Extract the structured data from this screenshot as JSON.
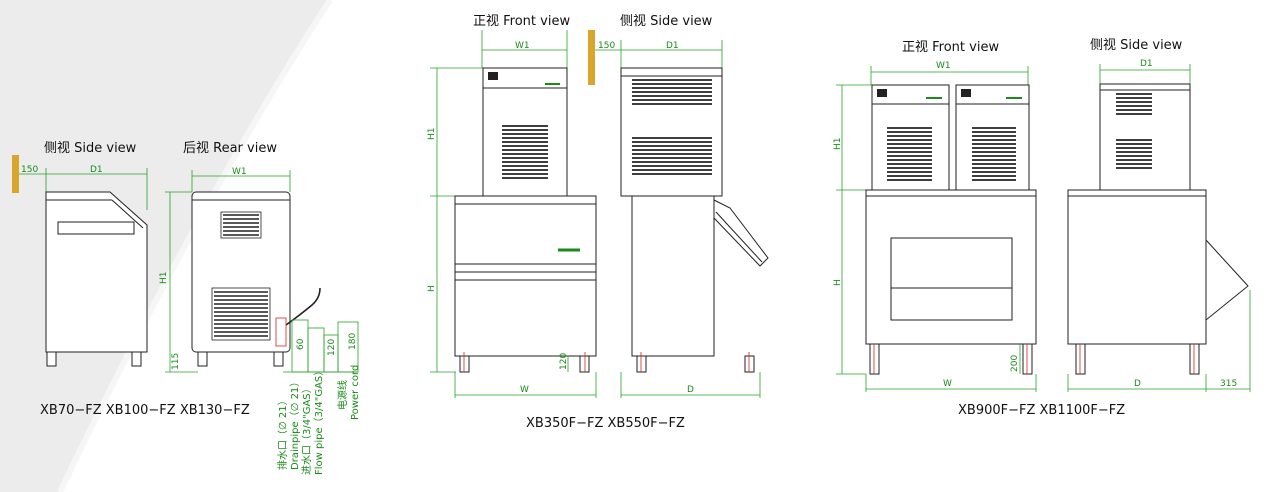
{
  "labels": {
    "side_view_1": "侧视  Side view",
    "rear_view": "后视  Rear view",
    "front_view_2": "正视  Front view",
    "side_view_2": "侧视  Side view",
    "front_view_3": "正视  Front view",
    "side_view_3": "侧视  Side view"
  },
  "models": {
    "group1": "XB70−FZ  XB100−FZ  XB130−FZ",
    "group2": "XB350F−FZ  XB550F−FZ",
    "group3": "XB900F−FZ    XB1100F−FZ"
  },
  "dims": {
    "g1_wall": "150",
    "g1_d": "D1",
    "g1_w": "W1",
    "g1_h": "H1",
    "g1_foot": "115",
    "g1_60": "60",
    "g1_120": "120",
    "g1_180": "180",
    "g2_w1": "W1",
    "g2_wall": "150",
    "g2_d1": "D1",
    "g2_h1": "H1",
    "g2_h": "H",
    "g2_120": "120",
    "g2_w": "W",
    "g2_d": "D",
    "g3_w1": "W1",
    "g3_d1": "D1",
    "g3_h1": "H1",
    "g3_h": "H",
    "g3_200": "200",
    "g3_w": "W",
    "g3_d": "D",
    "g3_315": "315"
  },
  "pipe_labels": {
    "drain_cn": "排水口（∅ 21）",
    "drain_en": "Drainpipe（∅ 21）",
    "flow_cn": "进水口（3/4\"GAS）",
    "flow_en": "Flow pipe（3/4\"GAS）",
    "power_cn": "电源线",
    "power_en": "Power cord"
  },
  "colors": {
    "dimension_green": "#2aa02a",
    "leg_red": "#d22222",
    "wall_hatch": "#d4a520",
    "background_swoosh": "#e9e9e9"
  }
}
